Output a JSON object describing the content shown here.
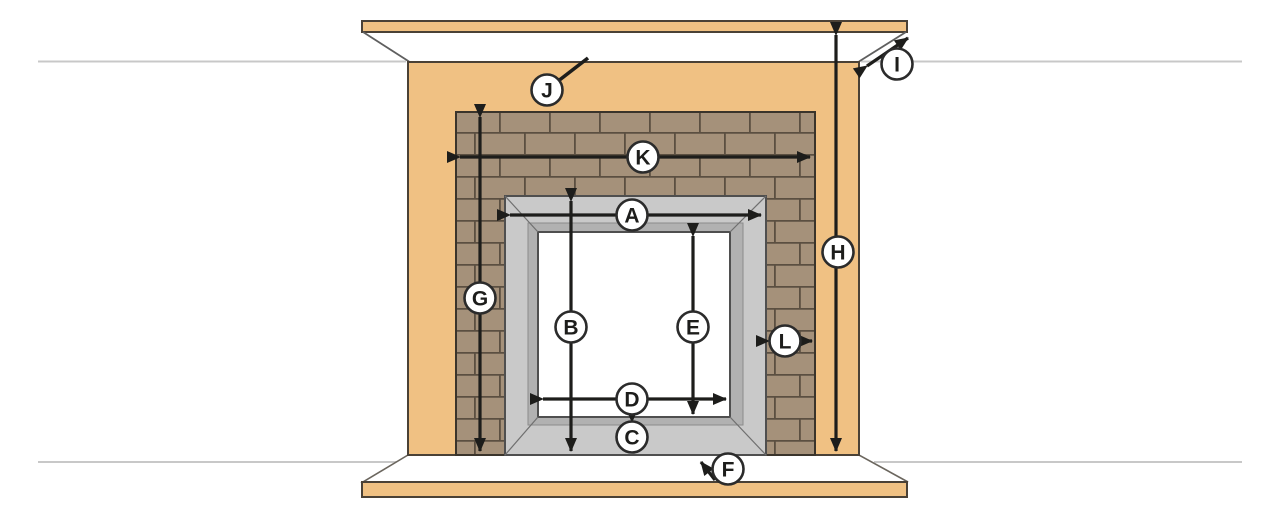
{
  "labels": [
    {
      "letter": "A"
    },
    {
      "letter": "B"
    },
    {
      "letter": "C"
    },
    {
      "letter": "D"
    },
    {
      "letter": "E"
    },
    {
      "letter": "F"
    },
    {
      "letter": "G"
    },
    {
      "letter": "H"
    },
    {
      "letter": "I"
    },
    {
      "letter": "J"
    },
    {
      "letter": "K"
    },
    {
      "letter": "L"
    }
  ],
  "colors": {
    "wood": "#f0c183",
    "wood_outline": "#4a4136",
    "brick": "#a5917a",
    "brick_outline": "#3a342b",
    "mortar": "#5b4f41",
    "frame_light": "#c9c9c9",
    "frame_bevel": "#b1b1b1",
    "frame_outline": "#4f4f4f",
    "frame_mid_line": "#8c8c8c",
    "miter_line": "#6f6f6f",
    "opening": "#ffffff",
    "hearth": "#ffffff",
    "hearth_outline": "#6b665e",
    "wall_line": "#c8c8c8",
    "frieze_edge": "#5f5f5f",
    "arrow": "#1d1d1b",
    "marker_fill": "#ffffff",
    "marker_stroke": "#2b2b2b",
    "letter": "#1d1d1b"
  }
}
